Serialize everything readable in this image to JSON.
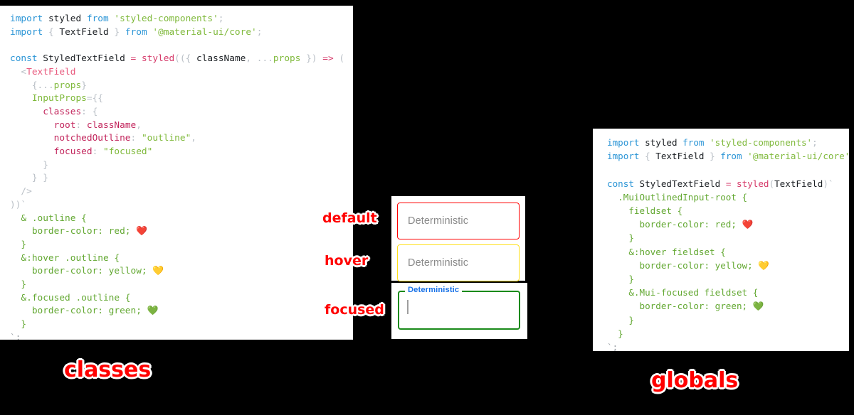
{
  "background_color": "#000000",
  "accent_color": "#ff0000",
  "panels": {
    "classes": {
      "caption": "classes",
      "code_lines": [
        [
          {
            "t": "import ",
            "c": "kw"
          },
          {
            "t": "styled ",
            "c": "dark"
          },
          {
            "t": "from ",
            "c": "kw"
          },
          {
            "t": "'styled-components'",
            "c": "str"
          },
          {
            "t": ";",
            "c": "punc"
          }
        ],
        [
          {
            "t": "import ",
            "c": "kw"
          },
          {
            "t": "{ ",
            "c": "punc"
          },
          {
            "t": "TextField",
            "c": "dark"
          },
          {
            "t": " }",
            "c": "punc"
          },
          {
            "t": " from ",
            "c": "kw"
          },
          {
            "t": "'@material-ui/core'",
            "c": "str"
          },
          {
            "t": ";",
            "c": "punc"
          }
        ],
        [],
        [
          {
            "t": "const ",
            "c": "kw"
          },
          {
            "t": "StyledTextField ",
            "c": "dark"
          },
          {
            "t": "= ",
            "c": "op"
          },
          {
            "t": "styled",
            "c": "op"
          },
          {
            "t": "((",
            "c": "punc"
          },
          {
            "t": "{ ",
            "c": "punc"
          },
          {
            "t": "className",
            "c": "dark"
          },
          {
            "t": ", ",
            "c": "punc"
          },
          {
            "t": "...",
            "c": "punc"
          },
          {
            "t": "props",
            "c": "attr"
          },
          {
            "t": " }",
            "c": "punc"
          },
          {
            "t": ") ",
            "c": "punc"
          },
          {
            "t": "=> ",
            "c": "op"
          },
          {
            "t": "(",
            "c": "punc"
          }
        ],
        [
          {
            "t": "  <",
            "c": "punc"
          },
          {
            "t": "TextField",
            "c": "tag"
          }
        ],
        [
          {
            "t": "    {",
            "c": "punc"
          },
          {
            "t": "...",
            "c": "punc"
          },
          {
            "t": "props",
            "c": "attr"
          },
          {
            "t": "}",
            "c": "punc"
          }
        ],
        [
          {
            "t": "    ",
            "c": "punc"
          },
          {
            "t": "InputProps",
            "c": "attr"
          },
          {
            "t": "={{",
            "c": "punc"
          }
        ],
        [
          {
            "t": "      ",
            "c": "punc"
          },
          {
            "t": "classes",
            "c": "prop"
          },
          {
            "t": ": {",
            "c": "punc"
          }
        ],
        [
          {
            "t": "        ",
            "c": "punc"
          },
          {
            "t": "root",
            "c": "prop"
          },
          {
            "t": ": ",
            "c": "punc"
          },
          {
            "t": "className",
            "c": "prop"
          },
          {
            "t": ",",
            "c": "punc"
          }
        ],
        [
          {
            "t": "        ",
            "c": "punc"
          },
          {
            "t": "notchedOutline",
            "c": "prop"
          },
          {
            "t": ": ",
            "c": "punc"
          },
          {
            "t": "\"outline\"",
            "c": "str"
          },
          {
            "t": ",",
            "c": "punc"
          }
        ],
        [
          {
            "t": "        ",
            "c": "punc"
          },
          {
            "t": "focused",
            "c": "prop"
          },
          {
            "t": ": ",
            "c": "punc"
          },
          {
            "t": "\"focused\"",
            "c": "str"
          }
        ],
        [
          {
            "t": "      }",
            "c": "punc"
          }
        ],
        [
          {
            "t": "    } }",
            "c": "punc"
          }
        ],
        [
          {
            "t": "  />",
            "c": "punc"
          }
        ],
        [
          {
            "t": "))`",
            "c": "punc"
          }
        ],
        [
          {
            "t": "  & .outline {",
            "c": "css"
          }
        ],
        [
          {
            "t": "    border-color: red; ",
            "c": "css"
          },
          {
            "t": "❤️",
            "c": "emoji"
          }
        ],
        [
          {
            "t": "  }",
            "c": "css"
          }
        ],
        [
          {
            "t": "  &:hover .outline {",
            "c": "css"
          }
        ],
        [
          {
            "t": "    border-color: yellow; ",
            "c": "css"
          },
          {
            "t": "💛",
            "c": "emoji"
          }
        ],
        [
          {
            "t": "  }",
            "c": "css"
          }
        ],
        [
          {
            "t": "  &.focused .outline {",
            "c": "css"
          }
        ],
        [
          {
            "t": "    border-color: green; ",
            "c": "css"
          },
          {
            "t": "💚",
            "c": "emoji"
          }
        ],
        [
          {
            "t": "  }",
            "c": "css"
          }
        ],
        [
          {
            "t": "`;",
            "c": "grey"
          }
        ]
      ]
    },
    "globals": {
      "caption": "globals",
      "code_lines": [
        [
          {
            "t": "import ",
            "c": "kw"
          },
          {
            "t": "styled ",
            "c": "dark"
          },
          {
            "t": "from ",
            "c": "kw"
          },
          {
            "t": "'styled-components'",
            "c": "str"
          },
          {
            "t": ";",
            "c": "punc"
          }
        ],
        [
          {
            "t": "import ",
            "c": "kw"
          },
          {
            "t": "{ ",
            "c": "punc"
          },
          {
            "t": "TextField",
            "c": "dark"
          },
          {
            "t": " }",
            "c": "punc"
          },
          {
            "t": " from ",
            "c": "kw"
          },
          {
            "t": "'@material-ui/core'",
            "c": "str"
          },
          {
            "t": ";",
            "c": "punc"
          }
        ],
        [],
        [
          {
            "t": "const ",
            "c": "kw"
          },
          {
            "t": "StyledTextField ",
            "c": "dark"
          },
          {
            "t": "= ",
            "c": "op"
          },
          {
            "t": "styled",
            "c": "op"
          },
          {
            "t": "(",
            "c": "punc"
          },
          {
            "t": "TextField",
            "c": "dark"
          },
          {
            "t": ")`",
            "c": "punc"
          }
        ],
        [
          {
            "t": "  .MuiOutlinedInput-root {",
            "c": "css"
          }
        ],
        [
          {
            "t": "    fieldset {",
            "c": "css"
          }
        ],
        [
          {
            "t": "      border-color: red; ",
            "c": "css"
          },
          {
            "t": "❤️",
            "c": "emoji"
          }
        ],
        [
          {
            "t": "    }",
            "c": "css"
          }
        ],
        [
          {
            "t": "    &:hover fieldset {",
            "c": "css"
          }
        ],
        [
          {
            "t": "      border-color: yellow; ",
            "c": "css"
          },
          {
            "t": "💛",
            "c": "emoji"
          }
        ],
        [
          {
            "t": "    }",
            "c": "css"
          }
        ],
        [
          {
            "t": "    &.Mui-focused fieldset {",
            "c": "css"
          }
        ],
        [
          {
            "t": "      border-color: green; ",
            "c": "css"
          },
          {
            "t": "💚",
            "c": "emoji"
          }
        ],
        [
          {
            "t": "    }",
            "c": "css"
          }
        ],
        [
          {
            "t": "  }",
            "c": "css"
          }
        ],
        [
          {
            "t": "`;",
            "c": "grey"
          }
        ]
      ]
    }
  },
  "preview": {
    "default_field": {
      "value": "Deterministic",
      "border_color": "#ff0000",
      "annotation": "default"
    },
    "hover_field": {
      "value": "Deterministic",
      "border_color": "#ffe11a",
      "annotation": "hover"
    },
    "focused_field": {
      "label": "Deterministic",
      "value": "",
      "border_color": "#1a8a1a",
      "label_color": "#1a73e8",
      "annotation": "focused"
    }
  }
}
